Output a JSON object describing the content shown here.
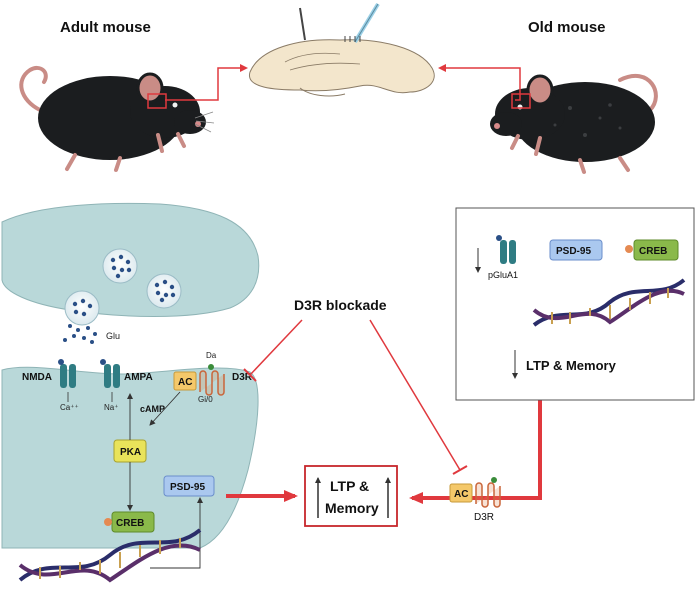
{
  "labels": {
    "adult_mouse": "Adult mouse",
    "old_mouse": "Old mouse",
    "glu": "Glu",
    "nmda": "NMDA",
    "ampa": "AMPA",
    "ca": "Ca⁺⁺",
    "na": "Na⁺",
    "ac": "AC",
    "da": "Da",
    "d3r": "D3R",
    "gio": "Gi/0",
    "camp": "cAMP",
    "pka": "PKA",
    "psd95": "PSD-95",
    "creb": "CREB",
    "d3r_blockade": "D3R blockade",
    "ltp_line1": "LTP &",
    "ltp_line2": "Memory",
    "pglua1": "pGluA1",
    "ltp_memory": "LTP & Memory",
    "ac_right": "AC",
    "d3r_right": "D3R"
  },
  "colors": {
    "accent_red": "#e0393e",
    "neuron_fill": "#b9d8d9",
    "neuron_stroke": "#8fb4b6",
    "receptor_orange": "#e58a52",
    "ac_fill": "#f4c86a",
    "pka_fill": "#e9e35a",
    "psd_fill": "#aac8ef",
    "creb_fill": "#8ab94a",
    "receptor_teal": "#2f7c83",
    "mouse_black": "#1b1d1f"
  }
}
